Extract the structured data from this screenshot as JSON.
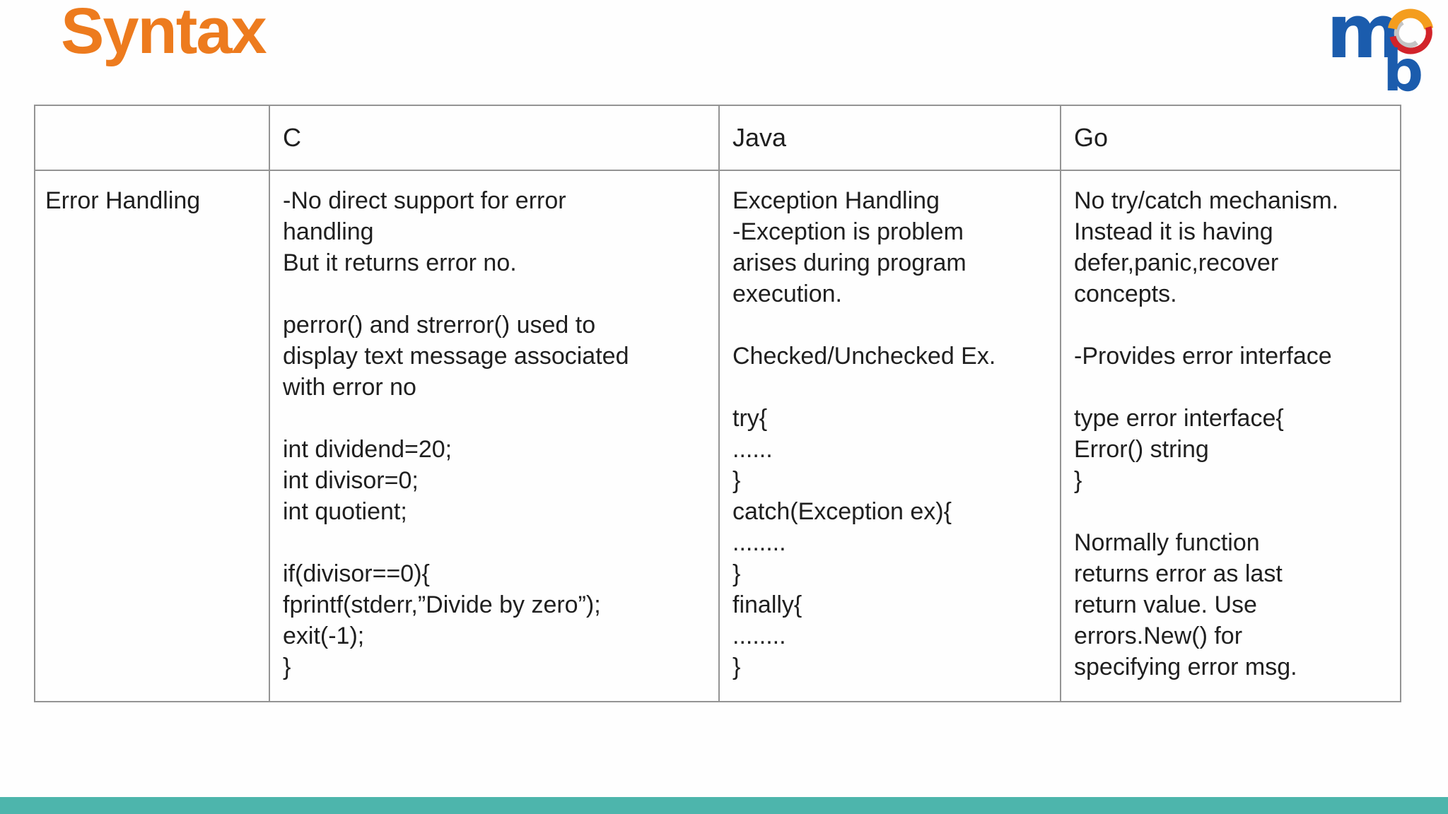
{
  "page": {
    "title": "Syntax"
  },
  "logo": {
    "letter_m": "m",
    "letter_b": "b"
  },
  "colors": {
    "title_orange": "#ED7B1E",
    "logo_blue": "#1B5CAD",
    "swirl_orange": "#F49D1E",
    "swirl_red": "#D2232A",
    "swirl_gray": "#C4C4C4",
    "table_border": "#949494",
    "body_text": "#1F1F1F",
    "footer_teal": "#4DB5AC"
  },
  "table": {
    "columns": [
      {
        "header": ""
      },
      {
        "header": "C"
      },
      {
        "header": "Java"
      },
      {
        "header": "Go"
      }
    ],
    "rows": [
      {
        "label": "Error Handling",
        "c": "-No direct support for error\nhandling\nBut it returns error no.\n\nperror() and strerror() used to\ndisplay text message associated\nwith error no\n\nint dividend=20;\nint divisor=0;\nint quotient;\n\nif(divisor==0){\nfprintf(stderr,”Divide by zero”);\nexit(-1);\n}",
        "java": "Exception Handling\n-Exception is problem\narises during program\nexecution.\n\nChecked/Unchecked Ex.\n\ntry{\n......\n}\ncatch(Exception ex){\n........\n}\nfinally{\n........\n}",
        "go": "No try/catch mechanism.\nInstead it is having\ndefer,panic,recover\nconcepts.\n\n-Provides error interface\n\ntype error interface{\nError() string\n}\n\nNormally function\nreturns error as last\nreturn value. Use\nerrors.New() for\nspecifying error msg."
      }
    ]
  }
}
